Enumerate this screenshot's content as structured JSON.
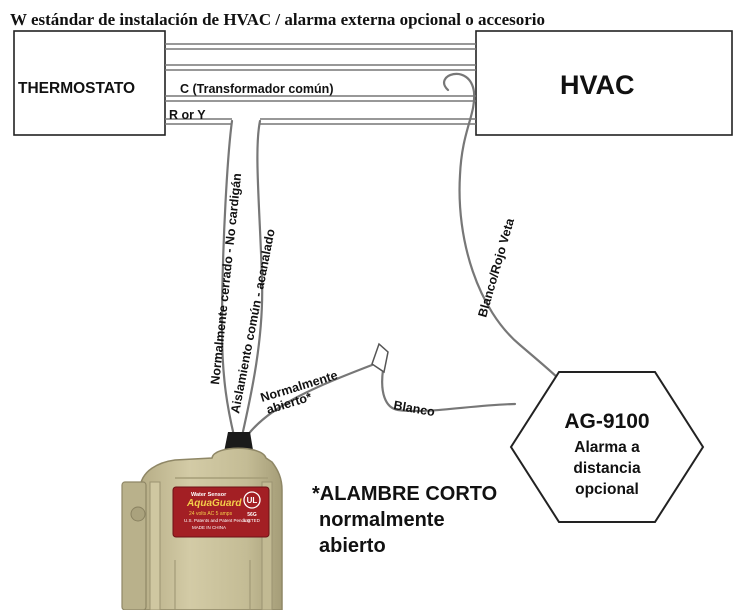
{
  "title": "W estándar de instalación de HVAC / alarma externa opcional o accesorio",
  "thermostat": {
    "label": "THERMOSTATO",
    "terminal": "R or Y"
  },
  "hvac": {
    "label": "HVAC"
  },
  "wires": {
    "common": "C (Transformador común)",
    "normally_closed": "Normalmente cerrado - No cardigán",
    "common_insulation": "Aislamiento común - acanalado",
    "normally_open_1": "Normalmente",
    "normally_open_2": "abierto*",
    "white": "Blanco",
    "white_red": "Blanco/Rojo Veta"
  },
  "alarm": {
    "model": "AG-9100",
    "line1": "Alarma a",
    "line2": "distancia",
    "line3": "opcional"
  },
  "note": {
    "line1": "*ALAMBRE CORTO",
    "line2": "normalmente",
    "line3": "abierto"
  },
  "device": {
    "brand_small": "Water Sensor",
    "brand": "AquaGuard",
    "rating": "24 volts AC 5 amps",
    "patent": "U.S. Patents and Patent Pending",
    "origin": "MADE IN CHINA",
    "ul_mark": "UL",
    "ul_code": "56G",
    "ul_listed": "LISTED"
  },
  "colors": {
    "device_body": "#c9c19b",
    "device_dark": "#a59d78",
    "badge": "#a31f24",
    "wire": "#6f6f6f"
  }
}
